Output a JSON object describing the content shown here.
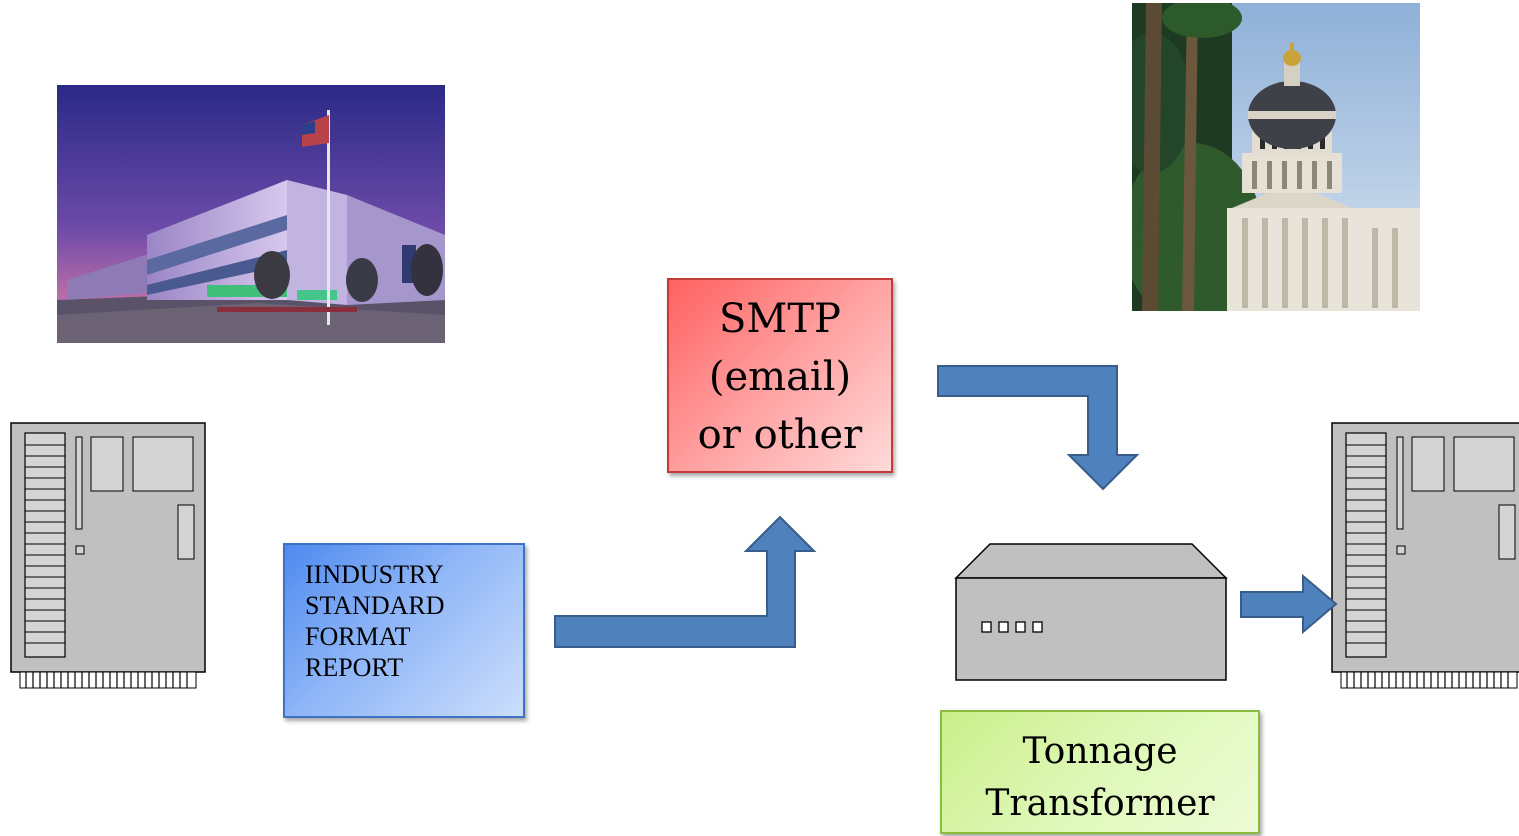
{
  "report_box": {
    "lines": [
      "IINDUSTRY",
      "STANDARD",
      "FORMAT",
      "REPORT"
    ]
  },
  "smtp_box": {
    "lines": [
      "SMTP",
      "(email)",
      "or other"
    ]
  },
  "tonnage_box": {
    "lines": [
      "Tonnage",
      "Transformer"
    ]
  },
  "colors": {
    "arrow_fill": "#4f81bd",
    "arrow_stroke": "#385d8a",
    "server_fill": "#c0c0c0",
    "report_fill": "#4f8af0",
    "smtp_fill": "#ff6161",
    "tonnage_fill": "#cbee8a"
  },
  "icons": {
    "left_server": "server-rack-icon",
    "right_server": "server-rack-icon",
    "transformer": "network-appliance-icon",
    "office_photo": "office-building-photo",
    "capitol_photo": "state-capitol-photo"
  }
}
